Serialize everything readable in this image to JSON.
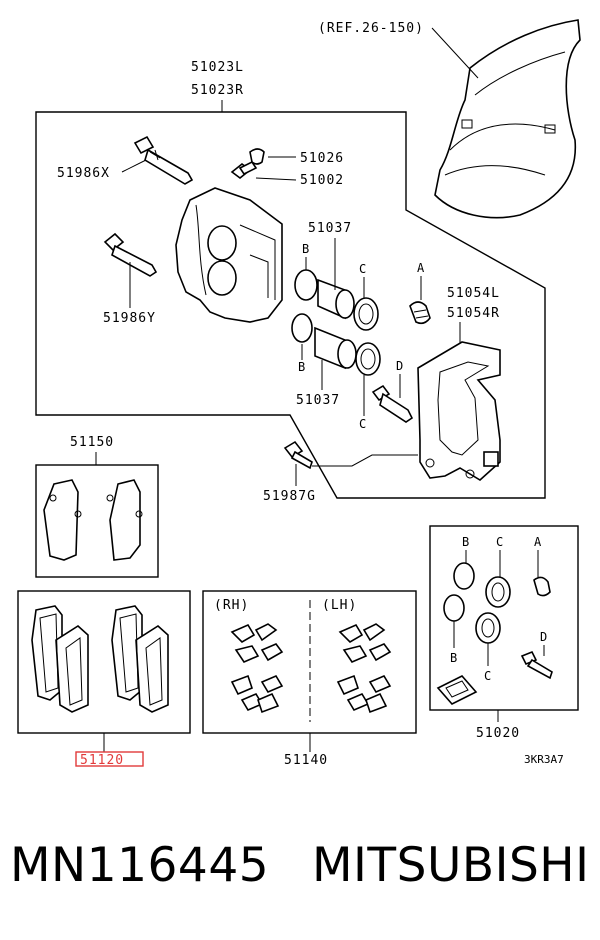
{
  "diagram": {
    "ref_label": "(REF.26-150)",
    "caliper_assy_l": "51023L",
    "caliper_assy_r": "51023R",
    "bleeder_cap": "51026",
    "bleeder_screw": "51002",
    "guide_pin_x": "51986X",
    "guide_pin_y": "51986Y",
    "piston_seal_upper": "51037",
    "piston_seal_lower": "51037",
    "support_l": "51054L",
    "support_r": "51054R",
    "support_bolt": "51987G",
    "shim_kit": "51150",
    "pad_set": "51120",
    "pad_clip_kit": "51140",
    "rh_label": "(RH)",
    "lh_label": "(LH)",
    "seal_kit": "51020",
    "diagram_code": "3KR3A7",
    "letters": {
      "b_upper": "B",
      "c_upper": "C",
      "a_boot": "A",
      "b_lower": "B",
      "c_lower": "C",
      "d_pin": "D",
      "kit_b1": "B",
      "kit_c1": "C",
      "kit_a": "A",
      "kit_b2": "B",
      "kit_c2": "C",
      "kit_d": "D"
    },
    "highlight_color": "#e23a3a"
  },
  "footer": {
    "part_number": "MN116445",
    "brand": "MITSUBISHI"
  }
}
